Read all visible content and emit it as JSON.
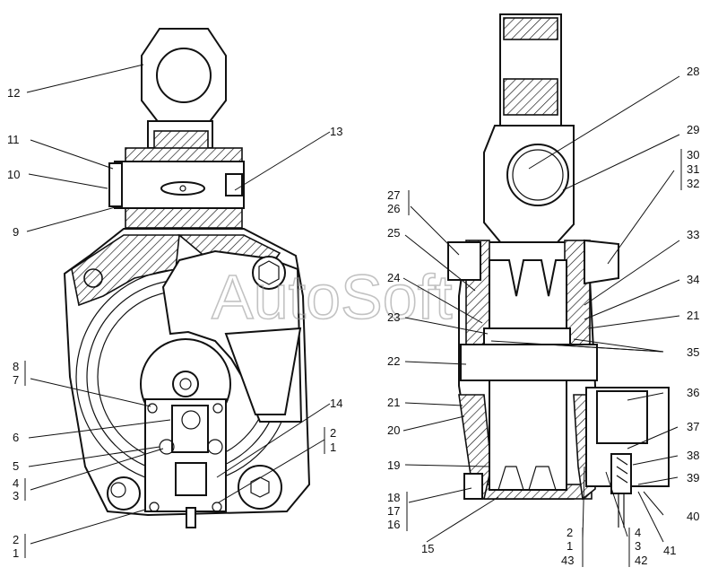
{
  "watermark": "AutoSoft",
  "labels": {
    "l12": "12",
    "l11": "11",
    "l10": "10",
    "l9": "9",
    "l13": "13",
    "l8": "8",
    "l7": "7",
    "l6": "6",
    "l5": "5",
    "l4": "4",
    "l3": "3",
    "l14": "14",
    "l2a": "2",
    "l1a": "1",
    "l2b": "2",
    "l1b": "1",
    "l28": "28",
    "l29": "29",
    "l30": "30",
    "l31": "31",
    "l32": "32",
    "l27": "27",
    "l26": "26",
    "l25": "25",
    "l24": "24",
    "l23": "23",
    "l33": "33",
    "l34": "34",
    "l21a": "21",
    "l35": "35",
    "l22": "22",
    "l21b": "21",
    "l20": "20",
    "l36": "36",
    "l37": "37",
    "l38": "38",
    "l39": "39",
    "l19": "19",
    "l40": "40",
    "l18": "18",
    "l17": "17",
    "l16": "16",
    "l15": "15",
    "l2c": "2",
    "l1c": "1",
    "l43": "43",
    "l4b": "4",
    "l3b": "3",
    "l42": "42",
    "l41": "41"
  }
}
